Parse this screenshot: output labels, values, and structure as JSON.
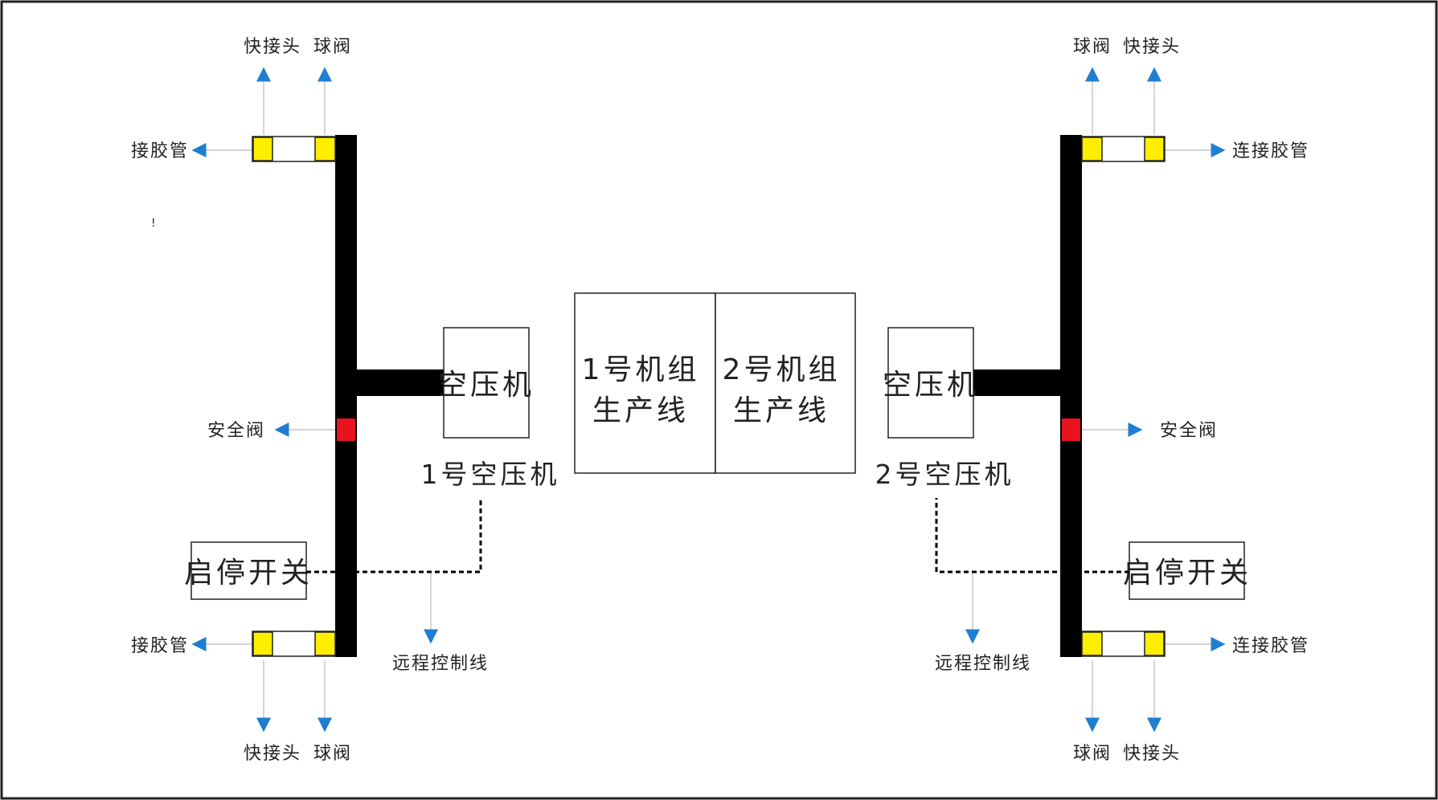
{
  "colors": {
    "pipe": "#000000",
    "fitting": "#ffee00",
    "safety_valve": "#e8131f",
    "arrow": "#1f7ed1",
    "border": "#222222"
  },
  "production": {
    "line1": [
      "1号机组",
      "生产线"
    ],
    "line2": [
      "2号机组",
      "生产线"
    ]
  },
  "left": {
    "compressor_box": "空压机",
    "compressor_title": "1号空压机",
    "switch": "启停开关",
    "remote_line": "远程控制线",
    "safety_valve": "安全阀",
    "top": {
      "quick_connector": "快接头",
      "ball_valve": "球阀",
      "hose": "接胶管"
    },
    "bottom": {
      "quick_connector": "快接头",
      "ball_valve": "球阀",
      "hose": "接胶管"
    },
    "stray_mark": "!"
  },
  "right": {
    "compressor_box": "空压机",
    "compressor_title": "2号空压机",
    "switch": "启停开关",
    "remote_line": "远程控制线",
    "safety_valve": "安全阀",
    "top": {
      "quick_connector": "快接头",
      "ball_valve": "球阀",
      "hose": "连接胶管"
    },
    "bottom": {
      "quick_connector": "快接头",
      "ball_valve": "球阀",
      "hose": "连接胶管"
    }
  }
}
